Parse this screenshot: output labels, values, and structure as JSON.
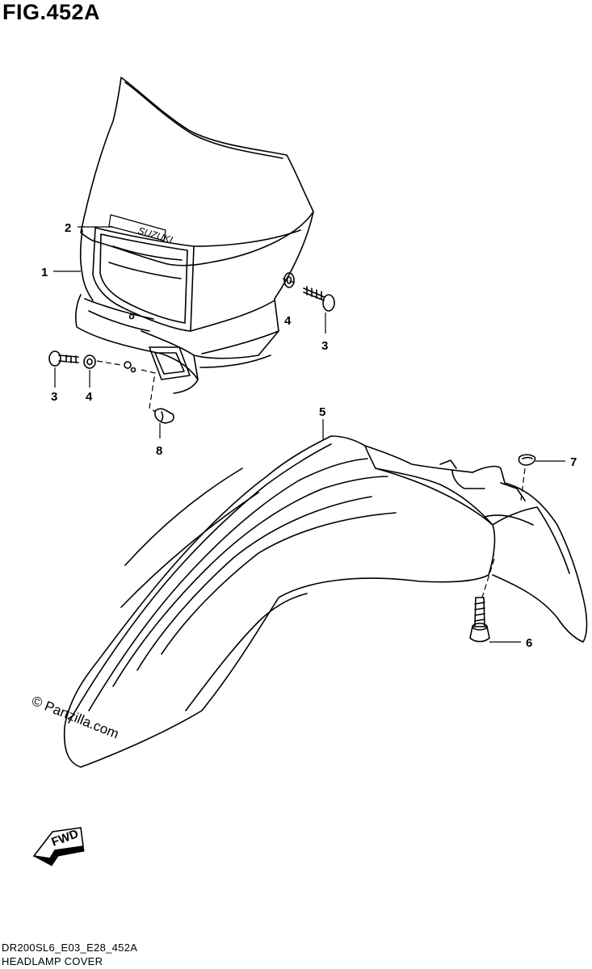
{
  "figure": {
    "title": "FIG.452A",
    "footer_code": "DR200SL6_E03_E28_452A",
    "footer_name": "HEADLAMP COVER",
    "watermark": "© Partzilla.com",
    "brand_logo_text": "SUZUKI",
    "fwd_label": "FWD"
  },
  "callouts": [
    {
      "id": "c1",
      "number": "1"
    },
    {
      "id": "c2",
      "number": "2"
    },
    {
      "id": "c3a",
      "number": "3"
    },
    {
      "id": "c4a",
      "number": "4"
    },
    {
      "id": "c3b",
      "number": "3"
    },
    {
      "id": "c4b",
      "number": "4"
    },
    {
      "id": "c8",
      "number": "8"
    },
    {
      "id": "c5",
      "number": "5"
    },
    {
      "id": "c7",
      "number": "7"
    },
    {
      "id": "c6",
      "number": "6"
    }
  ]
}
